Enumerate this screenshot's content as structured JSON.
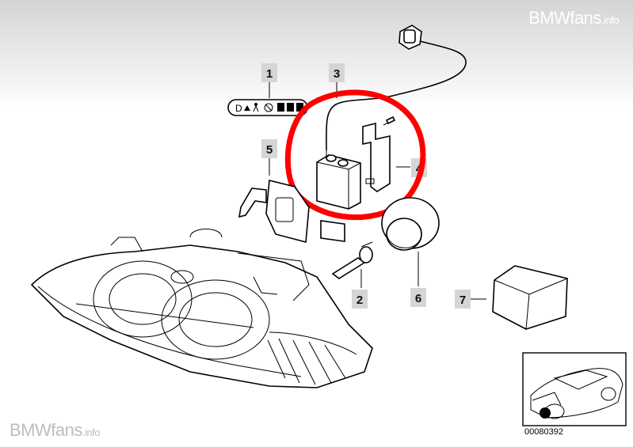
{
  "watermark": {
    "brand": "BMWfans",
    "suffix": ".info"
  },
  "callouts": [
    {
      "number": "1"
    },
    {
      "number": "2"
    },
    {
      "number": "3"
    },
    {
      "number": "4"
    },
    {
      "number": "5"
    },
    {
      "number": "6"
    },
    {
      "number": "7"
    }
  ],
  "warning_label_text": "D",
  "catalog_code": "00080392",
  "highlight_color": "#ff0000"
}
